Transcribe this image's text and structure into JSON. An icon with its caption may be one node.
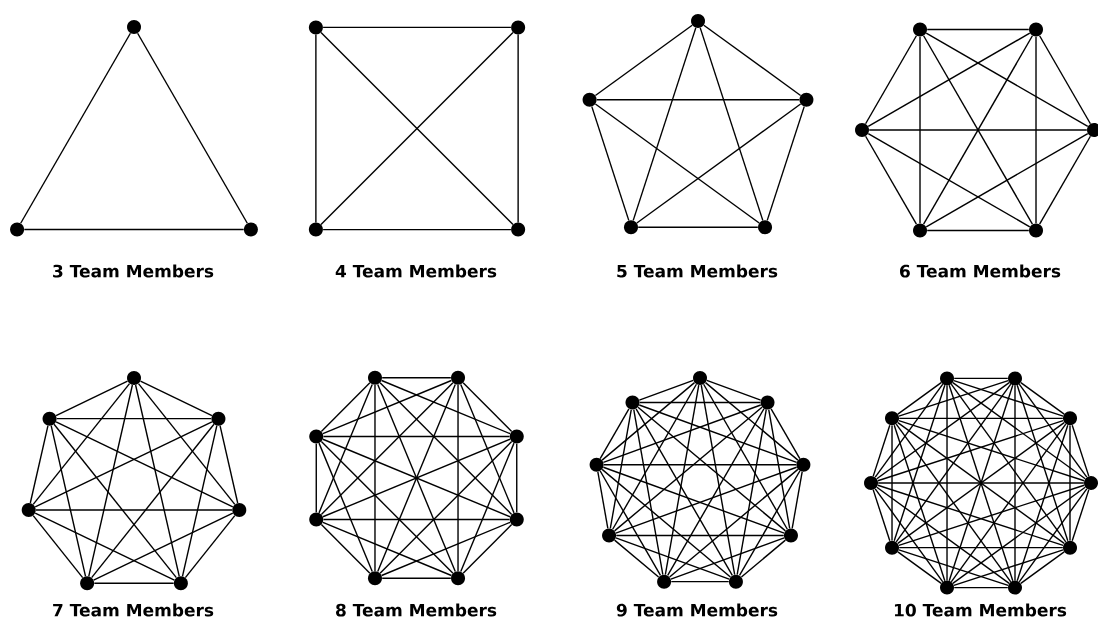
{
  "diagram": {
    "nodes": [
      {
        "text": [],
        "shape": "circle"
      },
      {
        "text": [],
        "shape": "circle"
      },
      {
        "text": [],
        "shape": "circle"
      },
      {
        "text": [],
        "shape": "circle"
      },
      {
        "text": [],
        "shape": "circle"
      },
      {
        "text": [],
        "shape": "circle"
      },
      {
        "text": [],
        "shape": "circle"
      },
      {
        "text": [],
        "shape": "circle"
      },
      {
        "text": [],
        "shape": "circle"
      },
      {
        "text": [],
        "shape": "circle"
      },
      {
        "text": [],
        "shape": "circle"
      },
      {
        "text": [],
        "shape": "circle"
      },
      {
        "text": [],
        "shape": "circle"
      },
      {
        "text": [],
        "shape": "circle"
      },
      {
        "text": [],
        "shape": "circle"
      },
      {
        "text": [],
        "shape": "circle"
      },
      {
        "text": [],
        "shape": "circle"
      },
      {
        "text": [],
        "shape": "circle"
      },
      {
        "text": [],
        "shape": "circle"
      },
      {
        "text": [],
        "shape": "circle"
      },
      {
        "text": [],
        "shape": "circle"
      },
      {
        "text": [],
        "shape": "circle"
      },
      {
        "text": [],
        "shape": "circle"
      },
      {
        "text": [],
        "shape": "circle"
      },
      {
        "text": [],
        "shape": "circle"
      },
      {
        "text": [],
        "shape": "circle"
      },
      {
        "text": [],
        "shape": "circle"
      },
      {
        "text": [],
        "shape": "circle"
      },
      {
        "text": [],
        "shape": "circle"
      },
      {
        "text": [],
        "shape": "circle"
      },
      {
        "text": [],
        "shape": "circle"
      },
      {
        "text": [],
        "shape": "circle"
      },
      {
        "text": [],
        "shape": "circle"
      },
      {
        "text": [],
        "shape": "circle"
      },
      {
        "text": [],
        "shape": "circle"
      },
      {
        "text": [],
        "shape": "circle"
      },
      {
        "text": [],
        "shape": "circle"
      },
      {
        "text": [],
        "shape": "circle"
      },
      {
        "text": [],
        "shape": "circle"
      },
      {
        "text": [],
        "shape": "circle"
      },
      {
        "text": [],
        "shape": "circle"
      },
      {
        "text": [],
        "shape": "circle"
      },
      {
        "text": [],
        "shape": "circle"
      },
      {
        "text": [],
        "shape": "circle"
      },
      {
        "text": [],
        "shape": "circle"
      },
      {
        "text": [],
        "shape": "circle"
      },
      {
        "text": [],
        "shape": "circle"
      },
      {
        "text": [],
        "shape": "circle"
      },
      {
        "text": [],
        "shape": "circle"
      },
      {
        "text": [],
        "shape": "circle"
      },
      {
        "text": [],
        "shape": "circle"
      },
      {
        "text": [],
        "shape": "circle"
      }
    ],
    "edges": [
      {
        "from": 0,
        "to": 1,
        "arrow": "none"
      },
      {
        "from": 0,
        "to": 2,
        "arrow": "none"
      },
      {
        "from": 1,
        "to": 2,
        "arrow": "none"
      },
      {
        "from": 3,
        "to": 4,
        "arrow": "none"
      },
      {
        "from": 3,
        "to": 5,
        "arrow": "none"
      },
      {
        "from": 3,
        "to": 6,
        "arrow": "none"
      },
      {
        "from": 4,
        "to": 5,
        "arrow": "none"
      },
      {
        "from": 4,
        "to": 6,
        "arrow": "none"
      },
      {
        "from": 5,
        "to": 6,
        "arrow": "none"
      },
      {
        "from": 7,
        "to": 8,
        "arrow": "none"
      },
      {
        "from": 7,
        "to": 9,
        "arrow": "none"
      },
      {
        "from": 7,
        "to": 10,
        "arrow": "none"
      },
      {
        "from": 7,
        "to": 11,
        "arrow": "none"
      },
      {
        "from": 8,
        "to": 9,
        "arrow": "none"
      },
      {
        "from": 8,
        "to": 10,
        "arrow": "none"
      },
      {
        "from": 8,
        "to": 11,
        "arrow": "none"
      },
      {
        "from": 9,
        "to": 10,
        "arrow": "none"
      },
      {
        "from": 9,
        "to": 11,
        "arrow": "none"
      },
      {
        "from": 10,
        "to": 11,
        "arrow": "none"
      },
      {
        "from": 12,
        "to": 13,
        "arrow": "none"
      },
      {
        "from": 12,
        "to": 14,
        "arrow": "none"
      },
      {
        "from": 12,
        "to": 15,
        "arrow": "none"
      },
      {
        "from": 12,
        "to": 16,
        "arrow": "none"
      },
      {
        "from": 12,
        "to": 17,
        "arrow": "none"
      },
      {
        "from": 13,
        "to": 14,
        "arrow": "none"
      },
      {
        "from": 13,
        "to": 15,
        "arrow": "none"
      },
      {
        "from": 13,
        "to": 16,
        "arrow": "none"
      },
      {
        "from": 13,
        "to": 17,
        "arrow": "none"
      },
      {
        "from": 14,
        "to": 15,
        "arrow": "none"
      },
      {
        "from": 14,
        "to": 16,
        "arrow": "none"
      },
      {
        "from": 14,
        "to": 17,
        "arrow": "none"
      },
      {
        "from": 15,
        "to": 16,
        "arrow": "none"
      },
      {
        "from": 15,
        "to": 17,
        "arrow": "none"
      },
      {
        "from": 16,
        "to": 17,
        "arrow": "none"
      },
      {
        "from": 18,
        "to": 19,
        "arrow": "none"
      },
      {
        "from": 18,
        "to": 20,
        "arrow": "none"
      },
      {
        "from": 18,
        "to": 21,
        "arrow": "none"
      },
      {
        "from": 18,
        "to": 22,
        "arrow": "none"
      },
      {
        "from": 18,
        "to": 23,
        "arrow": "none"
      },
      {
        "from": 18,
        "to": 24,
        "arrow": "none"
      },
      {
        "from": 19,
        "to": 20,
        "arrow": "none"
      },
      {
        "from": 19,
        "to": 21,
        "arrow": "none"
      },
      {
        "from": 19,
        "to": 22,
        "arrow": "none"
      },
      {
        "from": 19,
        "to": 23,
        "arrow": "none"
      },
      {
        "from": 19,
        "to": 24,
        "arrow": "none"
      },
      {
        "from": 20,
        "to": 21,
        "arrow": "none"
      },
      {
        "from": 20,
        "to": 22,
        "arrow": "none"
      },
      {
        "from": 20,
        "to": 23,
        "arrow": "none"
      },
      {
        "from": 20,
        "to": 24,
        "arrow": "none"
      },
      {
        "from": 21,
        "to": 22,
        "arrow": "none"
      },
      {
        "from": 21,
        "to": 23,
        "arrow": "none"
      },
      {
        "from": 21,
        "to": 24,
        "arrow": "none"
      },
      {
        "from": 22,
        "to": 23,
        "arrow": "none"
      },
      {
        "from": 22,
        "to": 24,
        "arrow": "none"
      },
      {
        "from": 23,
        "to": 24,
        "arrow": "none"
      },
      {
        "from": 25,
        "to": 26,
        "arrow": "none"
      },
      {
        "from": 25,
        "to": 27,
        "arrow": "none"
      },
      {
        "from": 25,
        "to": 28,
        "arrow": "none"
      },
      {
        "from": 25,
        "to": 29,
        "arrow": "none"
      },
      {
        "from": 25,
        "to": 30,
        "arrow": "none"
      },
      {
        "from": 25,
        "to": 31,
        "arrow": "none"
      },
      {
        "from": 25,
        "to": 32,
        "arrow": "none"
      },
      {
        "from": 26,
        "to": 27,
        "arrow": "none"
      },
      {
        "from": 26,
        "to": 28,
        "arrow": "none"
      },
      {
        "from": 26,
        "to": 29,
        "arrow": "none"
      },
      {
        "from": 26,
        "to": 30,
        "arrow": "none"
      },
      {
        "from": 26,
        "to": 31,
        "arrow": "none"
      },
      {
        "from": 26,
        "to": 32,
        "arrow": "none"
      },
      {
        "from": 27,
        "to": 28,
        "arrow": "none"
      },
      {
        "from": 27,
        "to": 29,
        "arrow": "none"
      },
      {
        "from": 27,
        "to": 30,
        "arrow": "none"
      },
      {
        "from": 27,
        "to": 31,
        "arrow": "none"
      },
      {
        "from": 27,
        "to": 32,
        "arrow": "none"
      },
      {
        "from": 28,
        "to": 29,
        "arrow": "none"
      },
      {
        "from": 28,
        "to": 30,
        "arrow": "none"
      },
      {
        "from": 28,
        "to": 31,
        "arrow": "none"
      },
      {
        "from": 28,
        "to": 32,
        "arrow": "none"
      },
      {
        "from": 29,
        "to": 30,
        "arrow": "none"
      },
      {
        "from": 29,
        "to": 31,
        "arrow": "none"
      },
      {
        "from": 29,
        "to": 32,
        "arrow": "none"
      },
      {
        "from": 30,
        "to": 31,
        "arrow": "none"
      },
      {
        "from": 30,
        "to": 32,
        "arrow": "none"
      },
      {
        "from": 31,
        "to": 32,
        "arrow": "none"
      },
      {
        "from": 33,
        "to": 34,
        "arrow": "none"
      },
      {
        "from": 33,
        "to": 35,
        "arrow": "none"
      },
      {
        "from": 33,
        "to": 36,
        "arrow": "none"
      },
      {
        "from": 33,
        "to": 37,
        "arrow": "none"
      },
      {
        "from": 33,
        "to": 38,
        "arrow": "none"
      },
      {
        "from": 33,
        "to": 39,
        "arrow": "none"
      },
      {
        "from": 33,
        "to": 40,
        "arrow": "none"
      },
      {
        "from": 33,
        "to": 41,
        "arrow": "none"
      },
      {
        "from": 34,
        "to": 35,
        "arrow": "none"
      },
      {
        "from": 34,
        "to": 36,
        "arrow": "none"
      },
      {
        "from": 34,
        "to": 37,
        "arrow": "none"
      },
      {
        "from": 34,
        "to": 38,
        "arrow": "none"
      },
      {
        "from": 34,
        "to": 39,
        "arrow": "none"
      },
      {
        "from": 34,
        "to": 40,
        "arrow": "none"
      },
      {
        "from": 34,
        "to": 41,
        "arrow": "none"
      },
      {
        "from": 35,
        "to": 36,
        "arrow": "none"
      },
      {
        "from": 35,
        "to": 37,
        "arrow": "none"
      },
      {
        "from": 35,
        "to": 38,
        "arrow": "none"
      },
      {
        "from": 35,
        "to": 39,
        "arrow": "none"
      },
      {
        "from": 35,
        "to": 40,
        "arrow": "none"
      },
      {
        "from": 35,
        "to": 41,
        "arrow": "none"
      },
      {
        "from": 36,
        "to": 37,
        "arrow": "none"
      },
      {
        "from": 36,
        "to": 38,
        "arrow": "none"
      },
      {
        "from": 36,
        "to": 39,
        "arrow": "none"
      },
      {
        "from": 36,
        "to": 40,
        "arrow": "none"
      },
      {
        "from": 36,
        "to": 41,
        "arrow": "none"
      },
      {
        "from": 37,
        "to": 38,
        "arrow": "none"
      },
      {
        "from": 37,
        "to": 39,
        "arrow": "none"
      },
      {
        "from": 37,
        "to": 40,
        "arrow": "none"
      },
      {
        "from": 37,
        "to": 41,
        "arrow": "none"
      },
      {
        "from": 38,
        "to": 39,
        "arrow": "none"
      },
      {
        "from": 38,
        "to": 40,
        "arrow": "none"
      },
      {
        "from": 38,
        "to": 41,
        "arrow": "none"
      },
      {
        "from": 39,
        "to": 40,
        "arrow": "none"
      },
      {
        "from": 39,
        "to": 41,
        "arrow": "none"
      },
      {
        "from": 40,
        "to": 41,
        "arrow": "none"
      },
      {
        "from": 42,
        "to": 43,
        "arrow": "none"
      },
      {
        "from": 42,
        "to": 44,
        "arrow": "none"
      },
      {
        "from": 42,
        "to": 45,
        "arrow": "none"
      },
      {
        "from": 42,
        "to": 46,
        "arrow": "none"
      },
      {
        "from": 42,
        "to": 47,
        "arrow": "none"
      },
      {
        "from": 42,
        "to": 48,
        "arrow": "none"
      },
      {
        "from": 42,
        "to": 49,
        "arrow": "none"
      },
      {
        "from": 42,
        "to": 50,
        "arrow": "none"
      },
      {
        "from": 42,
        "to": 51,
        "arrow": "none"
      },
      {
        "from": 43,
        "to": 44,
        "arrow": "none"
      },
      {
        "from": 43,
        "to": 45,
        "arrow": "none"
      },
      {
        "from": 43,
        "to": 46,
        "arrow": "none"
      },
      {
        "from": 43,
        "to": 47,
        "arrow": "none"
      },
      {
        "from": 43,
        "to": 48,
        "arrow": "none"
      },
      {
        "from": 43,
        "to": 49,
        "arrow": "none"
      },
      {
        "from": 43,
        "to": 50,
        "arrow": "none"
      },
      {
        "from": 43,
        "to": 51,
        "arrow": "none"
      },
      {
        "from": 44,
        "to": 45,
        "arrow": "none"
      },
      {
        "from": 44,
        "to": 46,
        "arrow": "none"
      },
      {
        "from": 44,
        "to": 47,
        "arrow": "none"
      },
      {
        "from": 44,
        "to": 48,
        "arrow": "none"
      },
      {
        "from": 44,
        "to": 49,
        "arrow": "none"
      },
      {
        "from": 44,
        "to": 50,
        "arrow": "none"
      },
      {
        "from": 44,
        "to": 51,
        "arrow": "none"
      },
      {
        "from": 45,
        "to": 46,
        "arrow": "none"
      },
      {
        "from": 45,
        "to": 47,
        "arrow": "none"
      },
      {
        "from": 45,
        "to": 48,
        "arrow": "none"
      },
      {
        "from": 45,
        "to": 49,
        "arrow": "none"
      },
      {
        "from": 45,
        "to": 50,
        "arrow": "none"
      },
      {
        "from": 45,
        "to": 51,
        "arrow": "none"
      },
      {
        "from": 46,
        "to": 47,
        "arrow": "none"
      },
      {
        "from": 46,
        "to": 48,
        "arrow": "none"
      },
      {
        "from": 46,
        "to": 49,
        "arrow": "none"
      },
      {
        "from": 46,
        "to": 50,
        "arrow": "none"
      },
      {
        "from": 46,
        "to": 51,
        "arrow": "none"
      },
      {
        "from": 47,
        "to": 48,
        "arrow": "none"
      },
      {
        "from": 47,
        "to": 49,
        "arrow": "none"
      },
      {
        "from": 47,
        "to": 50,
        "arrow": "none"
      },
      {
        "from": 47,
        "to": 51,
        "arrow": "none"
      },
      {
        "from": 48,
        "to": 49,
        "arrow": "none"
      },
      {
        "from": 48,
        "to": 50,
        "arrow": "none"
      },
      {
        "from": 48,
        "to": 51,
        "arrow": "none"
      },
      {
        "from": 49,
        "to": 50,
        "arrow": "none"
      },
      {
        "from": 49,
        "to": 51,
        "arrow": "none"
      },
      {
        "from": 50,
        "to": 51,
        "arrow": "none"
      }
    ],
    "labels": [
      "3 Team Members",
      "4 Team Members",
      "5 Team Members",
      "6 Team Members",
      "7 Team Members",
      "8 Team Members",
      "9 Team Members",
      "10 Team Members"
    ]
  }
}
